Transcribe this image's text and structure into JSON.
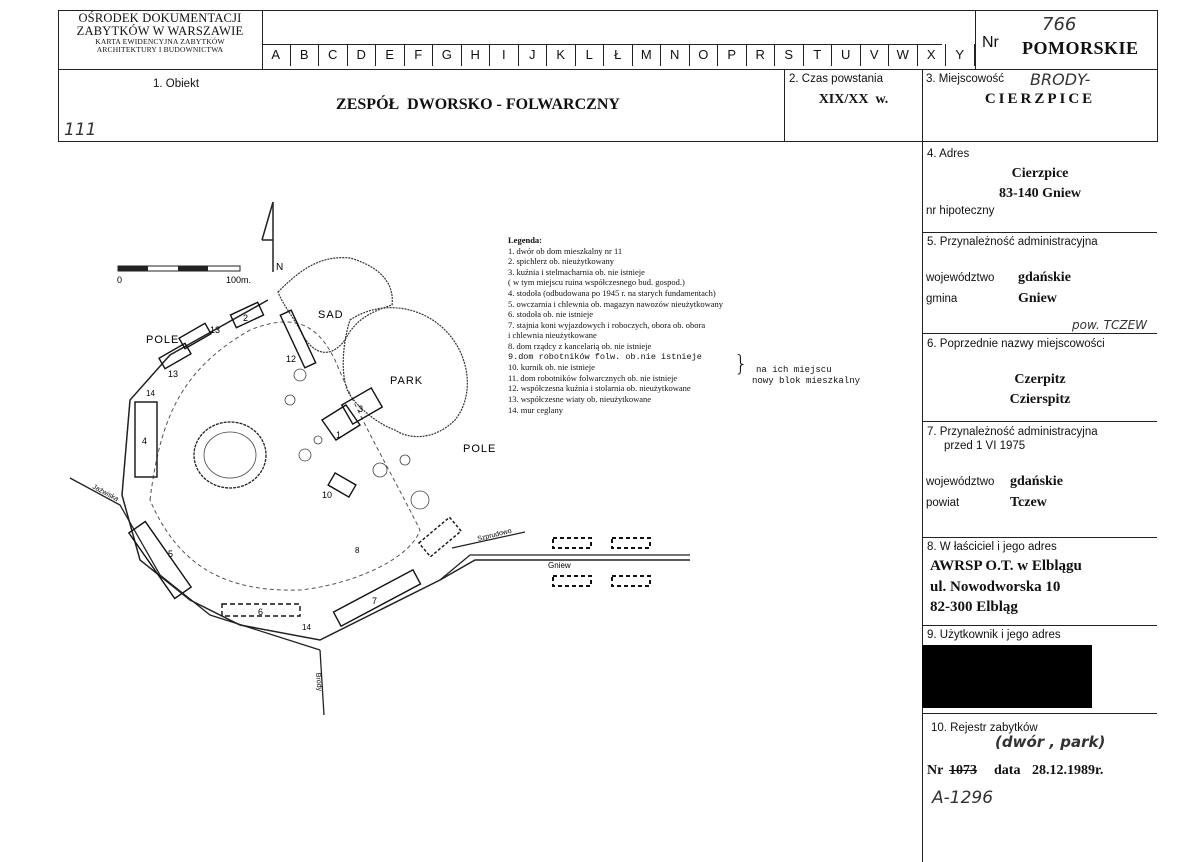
{
  "header": {
    "org_line1": "OŚRODEK DOKUMENTACJI",
    "org_line2": "ZABYTKÓW W WARSZAWIE",
    "org_line3": "KARTA EWIDENCYJNA ZABYTKÓW",
    "org_line4": "ARCHITEKTURY I BUDOWNICTWA",
    "letters": [
      "A",
      "B",
      "C",
      "D",
      "E",
      "F",
      "G",
      "H",
      "I",
      "J",
      "K",
      "L",
      "Ł",
      "M",
      "N",
      "O",
      "P",
      "R",
      "S",
      "T",
      "U",
      "V",
      "W",
      "X",
      "Y"
    ],
    "nr_label": "Nr",
    "nr_handwritten": "766",
    "region": "POMORSKIE"
  },
  "row2": {
    "obiekt_label": "1. Obiekt",
    "obiekt_value": "ZESPÓŁ  DWORSKO - FOLWARCZNY",
    "handwritten_number": "111",
    "czas_label": "2. Czas powstania",
    "czas_value": "XIX/XX  w.",
    "miejscowosc_label": "3. Miejscowość",
    "miejscowosc_handwritten": "BRODY-",
    "miejscowosc_value": "CIERZPICE"
  },
  "right_column": {
    "adres_label": "4. Adres",
    "adres_line1": "Cierzpice",
    "adres_line2": "83-140 Gniew",
    "hipoteczny_label": "nr hipoteczny",
    "przynaleznosc_label": "5. Przynależność administracyjna",
    "wojewodztwo_label": "województwo",
    "wojewodztwo_value": "gdańskie",
    "gmina_label": "gmina",
    "gmina_value": "Gniew",
    "powiat_handwritten": "pow. TCZEW",
    "poprzednie_label": "6. Poprzednie nazwy miejscowości",
    "poprzednie_line1": "Czerpitz",
    "poprzednie_line2": "Czierspitz",
    "przed_label": "7. Przynależność administracyjna",
    "przed_label2": "przed 1 VI 1975",
    "wojewodztwo2_label": "województwo",
    "wojewodztwo2_value": "gdańskie",
    "powiat_label": "powiat",
    "powiat_value": "Tczew",
    "wlasciciel_label": "8. W łaściciel i jego adres",
    "wlasciciel_line1": "AWRSP O.T. w Elblągu",
    "wlasciciel_line2": "ul. Nowodworska 10",
    "wlasciciel_line3": "82-300 Elbląg",
    "uzytkownik_label": "9. Użytkownik i jego adres",
    "rejestr_label": "10. Rejestr zabytków",
    "rejestr_handwritten": "(dwór , park)",
    "rejestr_nr_label": "Nr",
    "rejestr_nr_value": "1073",
    "rejestr_data_label": "data",
    "rejestr_data_value": "28.12.1989r.",
    "rejestr_new_handwritten": "A-1296"
  },
  "map": {
    "north": "N",
    "scale_start": "0",
    "scale_end": "100m.",
    "label_sad": "SAD",
    "label_park": "PARK",
    "label_pole_left": "POLE",
    "label_pole_right": "POLE",
    "road_gniew": "Gniew",
    "road_left": "Jaźwiska",
    "road_bottom": "Brody",
    "road_right": "Szprudowo",
    "building_numbers": [
      "1",
      "2",
      "3",
      "4",
      "5",
      "6",
      "7",
      "10",
      "12",
      "13",
      "13",
      "14",
      "14",
      "8"
    ]
  },
  "legend": {
    "title": "Legenda:",
    "items": [
      "1. dwór ob dom mieszkalny nr 11",
      "2. spichlerz ob. nieużytkowany",
      "3. kuźnia i stelmacharnia ob. nie istnieje",
      "( w tym miejscu ruina współczesnego bud. gospod.)",
      "4. stodoła (odbudowana po 1945 r. na starych fundamentach)",
      "5. owczarnia i chlewnia ob. magazyn nawozów nieużytkowany",
      "6. stodoła ob. nie istnieje",
      "7. stajnia koni wyjazdowych i roboczych, obora ob. obora",
      "i chlewnia nieużytkowane",
      "8. dom rządcy z kancelarią ob. nie istnieje"
    ],
    "item9": "9.dom robotników folw. ob.nie istnieje",
    "items_after": [
      "10. kurnik ob. nie istnieje",
      "11. dom robotników folwarcznych ob. nie istnieje",
      "12. współczesna kuźnia i stolarnia ob. nieużytkowane",
      "13. współczesne wiaty ob. nieużytkowane",
      "14. mur ceglany"
    ],
    "note_line1": "na ich miejscu",
    "note_line2": "nowy blok mieszkalny"
  }
}
